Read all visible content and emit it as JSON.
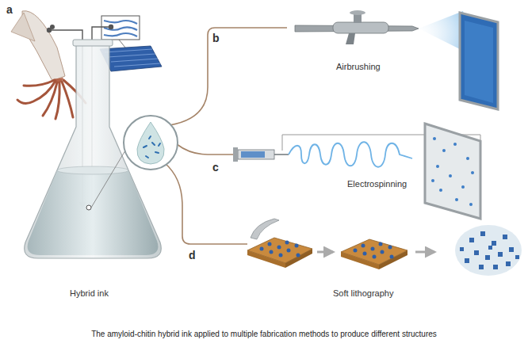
{
  "diagram": {
    "caption": "The amyloid-chitin hybrid ink applied to multiple fabrication methods to produce different structures",
    "labels": [
      "a",
      "b",
      "Airbrushing",
      "c",
      "Electrospinning",
      "d",
      "Hybrid ink",
      "Soft lithography"
    ]
  }
}
